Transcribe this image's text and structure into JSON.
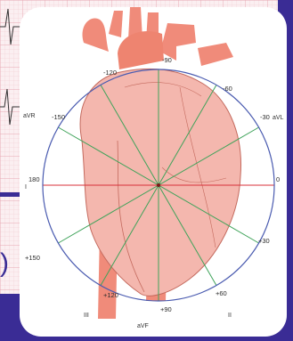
{
  "axis_system": {
    "angle_labels": {
      "minus90": "-90",
      "minus120": "-120",
      "minus60": "-60",
      "minus150": "-150",
      "minus30": "-30",
      "deg180": "180",
      "deg0": "0",
      "plus150": "+150",
      "plus30": "+30",
      "plus120": "+120",
      "plus60": "+60",
      "plus90": "+90"
    },
    "lead_labels": {
      "avr": "aVR",
      "avl": "aVL",
      "lead_i": "I",
      "lead_ii": "II",
      "lead_iii": "III",
      "avf": "aVF"
    }
  },
  "colors": {
    "circle": "#4a5bb0",
    "axis_green": "#3fa35a",
    "axis_red": "#d8323a",
    "heart": "#f2a08f",
    "frame": "#3a2c95",
    "ecg_grid": "#e7a8b4"
  }
}
